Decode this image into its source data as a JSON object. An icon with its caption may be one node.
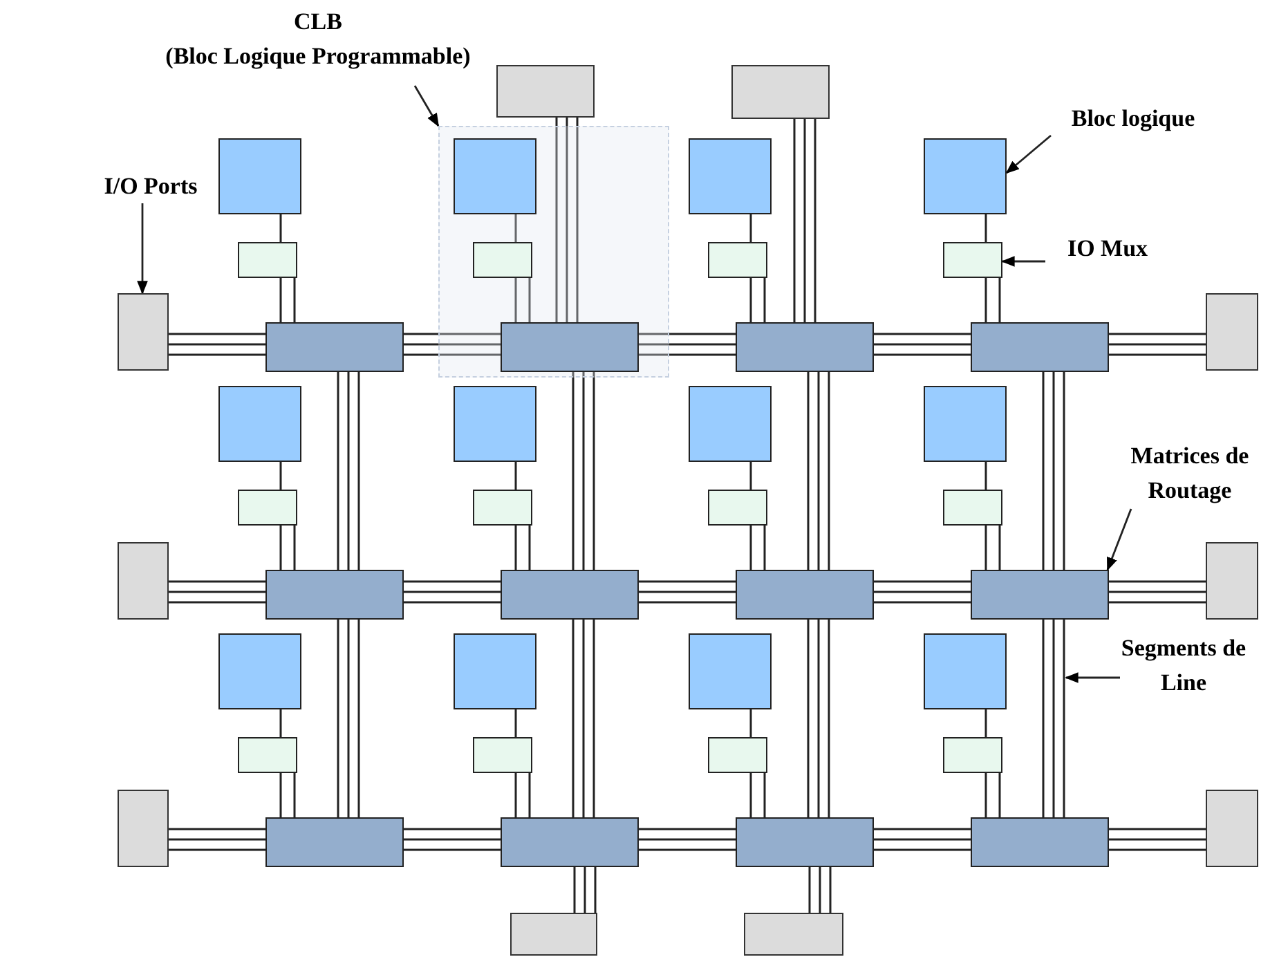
{
  "diagram": {
    "nodes": [
      {
        "text": [
          "CLB",
          "(Bloc Logique Programmable)"
        ]
      },
      {
        "text": [
          "Bloc logique"
        ]
      },
      {
        "text": [
          "I/O Ports"
        ]
      },
      {
        "text": [
          "IO Mux"
        ]
      },
      {
        "text": [
          "Matrices de Routage"
        ]
      },
      {
        "text": [
          "Segments de Line"
        ]
      },
      {
        "text": [],
        "shape": "box"
      },
      {
        "text": [],
        "shape": "box"
      },
      {
        "text": [],
        "shape": "box"
      },
      {
        "text": [],
        "shape": "box"
      },
      {
        "text": [],
        "shape": "box"
      },
      {
        "text": [],
        "shape": "box"
      },
      {
        "text": [],
        "shape": "box"
      },
      {
        "text": [],
        "shape": "box"
      },
      {
        "text": [],
        "shape": "box"
      },
      {
        "text": [],
        "shape": "box"
      },
      {
        "text": [],
        "shape": "box"
      },
      {
        "text": [],
        "shape": "box"
      },
      {
        "text": [],
        "shape": "box",
        "in": 6
      },
      {
        "text": [],
        "shape": "box"
      },
      {
        "text": [],
        "shape": "box"
      },
      {
        "text": [],
        "shape": "box"
      },
      {
        "text": [],
        "shape": "box"
      },
      {
        "text": [],
        "shape": "box"
      },
      {
        "text": [],
        "shape": "box"
      },
      {
        "text": [],
        "shape": "box"
      },
      {
        "text": [],
        "shape": "box"
      },
      {
        "text": [],
        "shape": "box"
      },
      {
        "text": [],
        "shape": "box"
      },
      {
        "text": [],
        "shape": "box"
      },
      {
        "text": [],
        "shape": "box",
        "in": 6
      },
      {
        "text": [],
        "shape": "box"
      },
      {
        "text": [],
        "shape": "box"
      },
      {
        "text": [],
        "shape": "box"
      },
      {
        "text": [],
        "shape": "box"
      },
      {
        "text": [],
        "shape": "box"
      },
      {
        "text": [],
        "shape": "box"
      },
      {
        "text": [],
        "shape": "box"
      },
      {
        "text": [],
        "shape": "box"
      },
      {
        "text": [],
        "shape": "box"
      },
      {
        "text": [],
        "shape": "box"
      },
      {
        "text": [],
        "shape": "box"
      },
      {
        "text": [],
        "shape": "box",
        "in": 6
      },
      {
        "text": [],
        "shape": "box"
      },
      {
        "text": [],
        "shape": "box"
      },
      {
        "text": [],
        "shape": "box"
      },
      {
        "text": [],
        "shape": "box"
      },
      {
        "text": [],
        "shape": "box"
      },
      {
        "text": [],
        "shape": "box"
      },
      {
        "text": [],
        "shape": "box"
      },
      {
        "text": [],
        "shape": "box"
      },
      {
        "text": [],
        "shape": "box"
      },
      {
        "text": [],
        "shape": "box"
      }
    ],
    "edges": [
      {
        "from": 0,
        "to": 6,
        "arrow": "to"
      },
      {
        "from": 1,
        "to": 20,
        "arrow": "to"
      },
      {
        "from": 2,
        "to": 9,
        "arrow": "to"
      },
      {
        "from": 3,
        "to": 32,
        "arrow": "to"
      },
      {
        "from": 4,
        "to": 48,
        "arrow": "to"
      },
      {
        "from": 5,
        "to": null,
        "arrow": "to"
      },
      {
        "from": 17,
        "to": 29,
        "arrow": "none"
      },
      {
        "from": 18,
        "to": 30,
        "arrow": "none"
      },
      {
        "from": 19,
        "to": 31,
        "arrow": "none"
      },
      {
        "from": 20,
        "to": 32,
        "arrow": "none"
      },
      {
        "from": 21,
        "to": 33,
        "arrow": "none"
      },
      {
        "from": 22,
        "to": 34,
        "arrow": "none"
      },
      {
        "from": 23,
        "to": 35,
        "arrow": "none"
      },
      {
        "from": 24,
        "to": 36,
        "arrow": "none"
      },
      {
        "from": 25,
        "to": 37,
        "arrow": "none"
      },
      {
        "from": 26,
        "to": 38,
        "arrow": "none"
      },
      {
        "from": 27,
        "to": 39,
        "arrow": "none"
      },
      {
        "from": 28,
        "to": 40,
        "arrow": "none"
      },
      {
        "from": 29,
        "to": 41,
        "arrow": "none"
      },
      {
        "from": 30,
        "to": 42,
        "arrow": "none"
      },
      {
        "from": 31,
        "to": 43,
        "arrow": "none"
      },
      {
        "from": 32,
        "to": 44,
        "arrow": "none"
      },
      {
        "from": 33,
        "to": 45,
        "arrow": "none"
      },
      {
        "from": 34,
        "to": 46,
        "arrow": "none"
      },
      {
        "from": 35,
        "to": 47,
        "arrow": "none"
      },
      {
        "from": 36,
        "to": 48,
        "arrow": "none"
      },
      {
        "from": 37,
        "to": 49,
        "arrow": "none"
      },
      {
        "from": 38,
        "to": 50,
        "arrow": "none"
      },
      {
        "from": 39,
        "to": 51,
        "arrow": "none"
      },
      {
        "from": 40,
        "to": 52,
        "arrow": "none"
      },
      {
        "from": 9,
        "to": 41,
        "arrow": "none"
      },
      {
        "from": 41,
        "to": 42,
        "arrow": "none"
      },
      {
        "from": 42,
        "to": 43,
        "arrow": "none"
      },
      {
        "from": 43,
        "to": 44,
        "arrow": "none"
      },
      {
        "from": 44,
        "to": 12,
        "arrow": "none"
      },
      {
        "from": 10,
        "to": 45,
        "arrow": "none"
      },
      {
        "from": 45,
        "to": 46,
        "arrow": "none"
      },
      {
        "from": 46,
        "to": 47,
        "arrow": "none"
      },
      {
        "from": 47,
        "to": 48,
        "arrow": "none"
      },
      {
        "from": 48,
        "to": 13,
        "arrow": "none"
      },
      {
        "from": 11,
        "to": 49,
        "arrow": "none"
      },
      {
        "from": 49,
        "to": 50,
        "arrow": "none"
      },
      {
        "from": 50,
        "to": 51,
        "arrow": "none"
      },
      {
        "from": 51,
        "to": 52,
        "arrow": "none"
      },
      {
        "from": 52,
        "to": 14,
        "arrow": "none"
      },
      {
        "from": 41,
        "to": 45,
        "arrow": "none"
      },
      {
        "from": 42,
        "to": 46,
        "arrow": "none"
      },
      {
        "from": 43,
        "to": 47,
        "arrow": "none"
      },
      {
        "from": 44,
        "to": 48,
        "arrow": "none"
      },
      {
        "from": 45,
        "to": 49,
        "arrow": "none"
      },
      {
        "from": 46,
        "to": 50,
        "arrow": "none"
      },
      {
        "from": 47,
        "to": 51,
        "arrow": "none"
      },
      {
        "from": 48,
        "to": 52,
        "arrow": "none"
      },
      {
        "from": 7,
        "to": 42,
        "arrow": "none"
      },
      {
        "from": 8,
        "to": 43,
        "arrow": "none"
      },
      {
        "from": 50,
        "to": 15,
        "arrow": "none"
      },
      {
        "from": 51,
        "to": 16,
        "arrow": "none"
      }
    ]
  }
}
